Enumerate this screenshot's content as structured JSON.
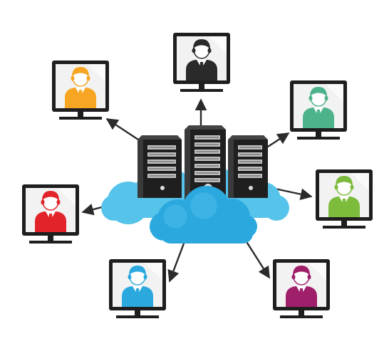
{
  "colors": {
    "background": "#ffffff",
    "monitor_frame": "#1e1e1e",
    "screen": "#f2f2f2",
    "server": "#1f1f1f",
    "cloud_light": "#56c3ea",
    "cloud_dark": "#2ba9df",
    "arrow": "#2b2b2b"
  },
  "clients": [
    {
      "id": "top",
      "color": "#2a2a2a",
      "icon": "user-icon"
    },
    {
      "id": "upper-left",
      "color": "#f6a623",
      "icon": "user-icon"
    },
    {
      "id": "upper-right",
      "color": "#4db38a",
      "icon": "user-icon"
    },
    {
      "id": "left",
      "color": "#e2232a",
      "icon": "user-icon"
    },
    {
      "id": "right",
      "color": "#7cbb3b",
      "icon": "user-icon"
    },
    {
      "id": "bottom-left",
      "color": "#2ba9df",
      "icon": "user-icon"
    },
    {
      "id": "bottom-right",
      "color": "#a01f6a",
      "icon": "user-icon"
    }
  ],
  "servers": [
    {
      "id": "left",
      "icon": "server-icon"
    },
    {
      "id": "center",
      "icon": "server-icon"
    },
    {
      "id": "right",
      "icon": "server-icon"
    }
  ],
  "hub": {
    "icon": "cloud-icon"
  }
}
